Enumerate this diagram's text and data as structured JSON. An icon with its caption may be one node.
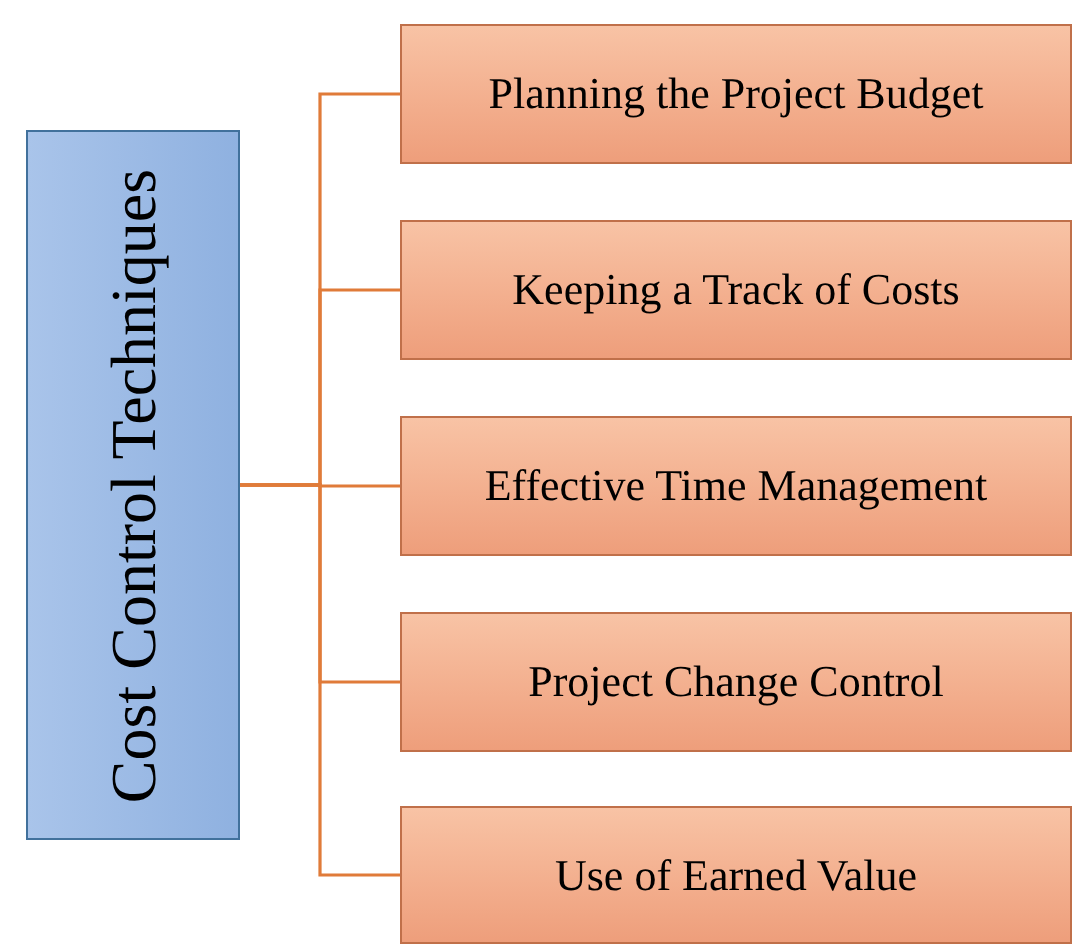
{
  "diagram": {
    "nodes": [
      {
        "text": [
          "Cost Control Techniques"
        ]
      },
      {
        "text": [
          "Planning the Project Budget"
        ]
      },
      {
        "text": [
          "Keeping a Track of Costs"
        ]
      },
      {
        "text": [
          "Effective Time Management"
        ]
      },
      {
        "text": [
          "Project Change Control"
        ]
      },
      {
        "text": [
          "Use of Earned Value"
        ]
      }
    ],
    "edges": [
      {
        "from": 0,
        "to": 1,
        "arrow": "none"
      },
      {
        "from": 0,
        "to": 2,
        "arrow": "none"
      },
      {
        "from": 0,
        "to": 3,
        "arrow": "none"
      },
      {
        "from": 0,
        "to": 4,
        "arrow": "none"
      },
      {
        "from": 0,
        "to": 5,
        "arrow": "none"
      }
    ]
  }
}
